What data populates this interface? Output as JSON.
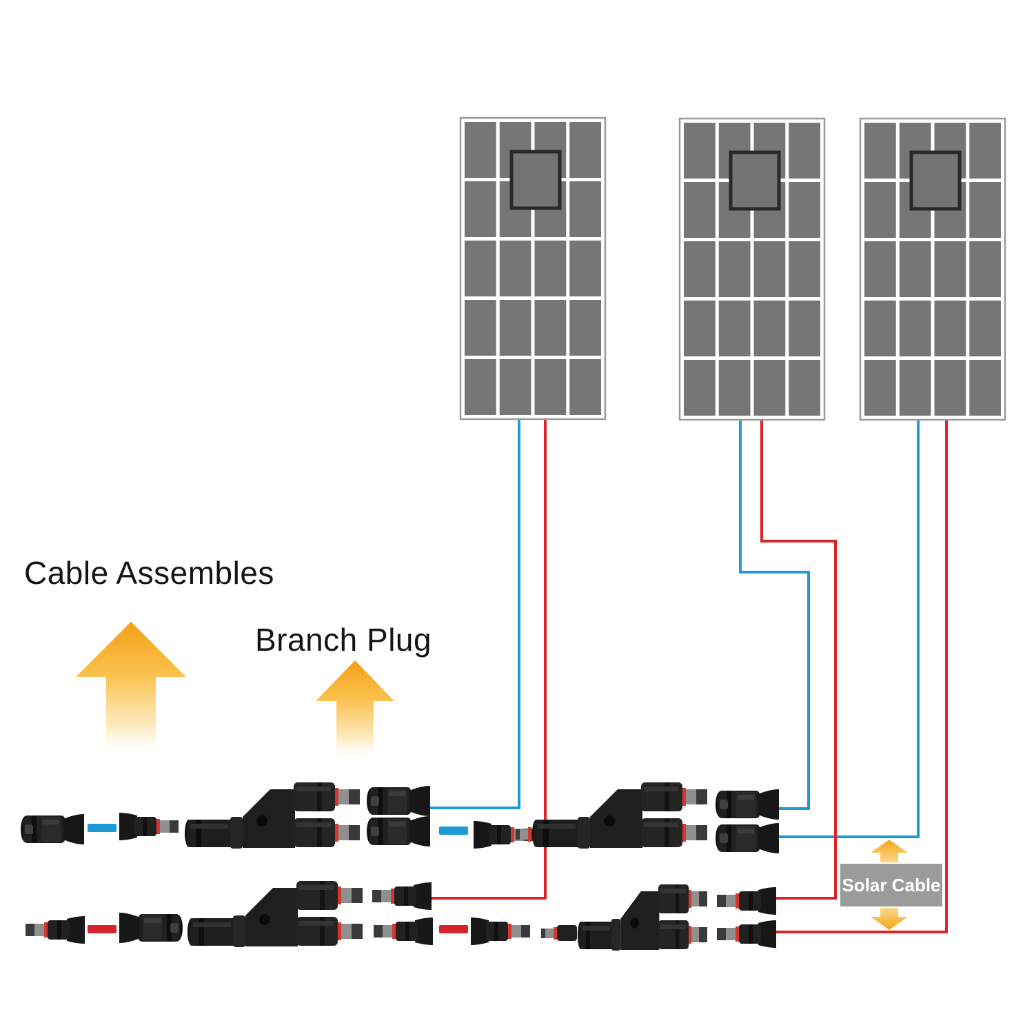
{
  "image_type": "solar panel branch-plug wiring diagram",
  "labels": {
    "cable_assembles": "Cable Assembles",
    "branch_plug": "Branch Plug",
    "solar_cable": "Solar Cable"
  },
  "panels": {
    "count": 3,
    "columns": 4,
    "rows": 5,
    "junction_boxes_per_panel": 1
  },
  "connectors": {
    "y_branch_plug_count": 4,
    "wire_colors": [
      "blue",
      "red"
    ]
  },
  "colors": {
    "wire_blue": "#1e9bd7",
    "wire_red": "#d8232a",
    "panel_cell": "#767676",
    "panel_border": "#9a9a9a",
    "junction_box": "#747474",
    "junction_box_border": "#282828",
    "arrow_orange": "#f5a017",
    "solar_cable_bg": "#9b9b9b",
    "solar_cable_text": "#ffffff",
    "connector_body": "#1f1f1f",
    "background": "#ffffff"
  }
}
